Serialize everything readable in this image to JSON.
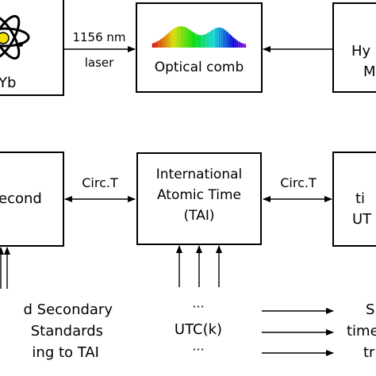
{
  "nodes": {
    "atom": {
      "label": "Yb"
    },
    "comb": {
      "label": "Optical comb"
    },
    "hydrogen": {
      "line1": "Hy",
      "line2": "M"
    },
    "second": {
      "label": "econd"
    },
    "tai": {
      "line1": "International",
      "line2": "Atomic Time",
      "line3": "(TAI)"
    },
    "right_lower": {
      "line1": "ti",
      "line2": "UT"
    }
  },
  "edges": {
    "laser": {
      "top": "1156 nm",
      "bottom": "laser"
    },
    "circ_left": {
      "label": "Circ.T"
    },
    "circ_right": {
      "label": "Circ.T"
    }
  },
  "bottom_text": {
    "left": [
      "d Secondary",
      "Standards",
      "ing to TAI"
    ],
    "middle": [
      "···",
      "UTC(k)",
      "···"
    ],
    "right": [
      "S",
      "time",
      "tr"
    ]
  },
  "colors": {
    "stroke": "#000000",
    "atom_nucleus": "#f2e200",
    "comb_start": "#cc0000",
    "comb_end": "#7a3fb0"
  }
}
